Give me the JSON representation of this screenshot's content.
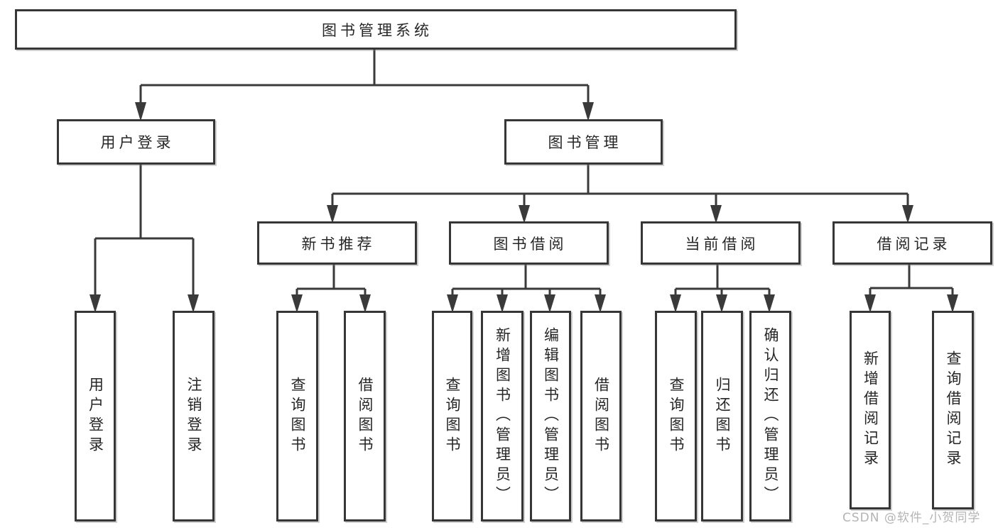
{
  "colors": {
    "line": "#3a3a3a",
    "node_border": "#363636",
    "node_text": "#262626",
    "background": "#ffffff",
    "watermark_text": "#b4b4b4"
  },
  "tree": {
    "root": {
      "label": "图书管理系统"
    },
    "level2": [
      {
        "label": "用户登录",
        "children": [
          {
            "label": "用户登录"
          },
          {
            "label": "注销登录"
          }
        ]
      },
      {
        "label": "图书管理",
        "children": [
          {
            "label": "新书推荐",
            "children": [
              {
                "label": "查询图书"
              },
              {
                "label": "借阅图书"
              }
            ]
          },
          {
            "label": "图书借阅",
            "children": [
              {
                "label": "查询图书"
              },
              {
                "label": "新增图书（管理员）"
              },
              {
                "label": "编辑图书（管理员）"
              },
              {
                "label": "借阅图书"
              }
            ]
          },
          {
            "label": "当前借阅",
            "children": [
              {
                "label": "查询图书"
              },
              {
                "label": "归还图书"
              },
              {
                "label": "确认归还（管理员）"
              }
            ]
          },
          {
            "label": "借阅记录",
            "children": [
              {
                "label": "新增借阅记录"
              },
              {
                "label": "查询借阅记录"
              }
            ]
          }
        ]
      }
    ]
  },
  "watermark": "CSDN @软件_小贺同学"
}
